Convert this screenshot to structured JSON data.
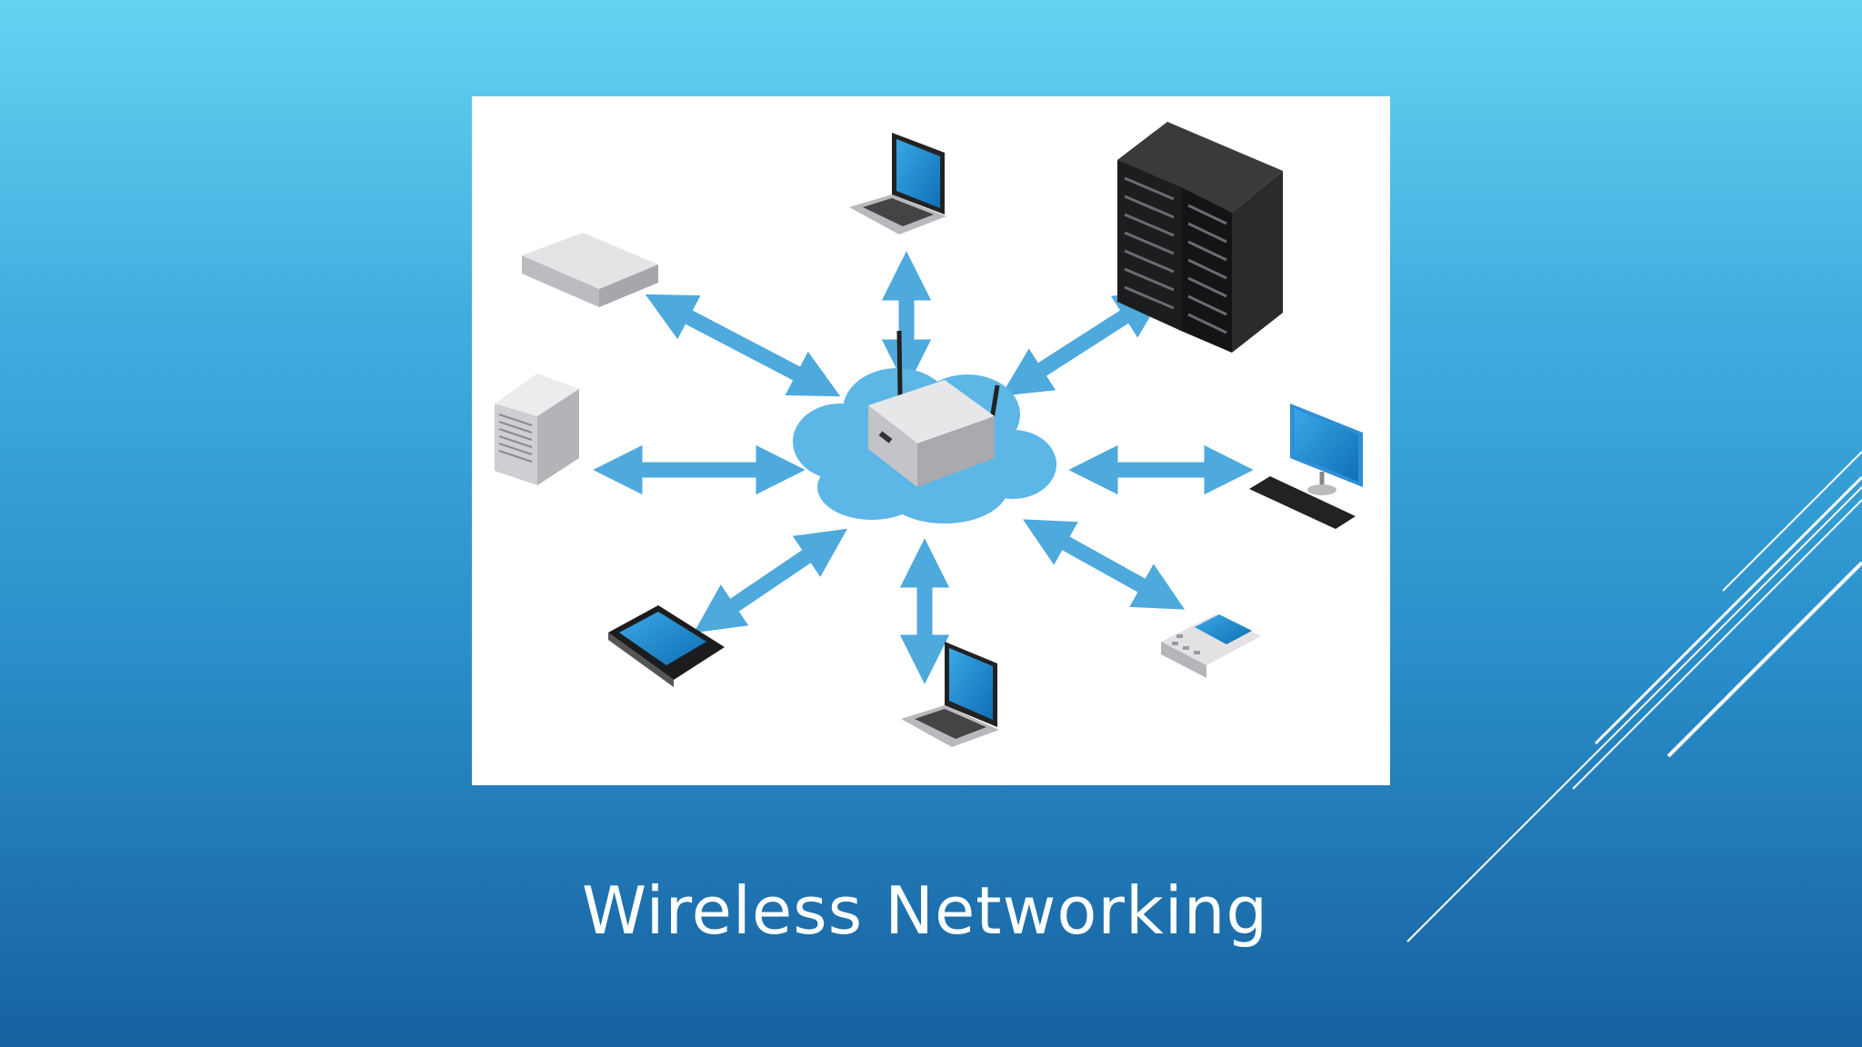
{
  "slide": {
    "title": "Wireless Networking"
  },
  "diagram": {
    "hub": "wireless-router-in-cloud",
    "devices": [
      "switch",
      "laptop",
      "server-rack",
      "tower-server",
      "desktop-computer",
      "tablet",
      "laptop",
      "mobile-phone"
    ],
    "connector_style": "double-headed-arrow"
  },
  "colors": {
    "background_top": "#63d3f1",
    "background_bottom": "#17619f",
    "arrow": "#4ea9dd",
    "cloud": "#5cb6e6",
    "title_text": "#ffffff",
    "accent_lines": "#ffffff"
  }
}
